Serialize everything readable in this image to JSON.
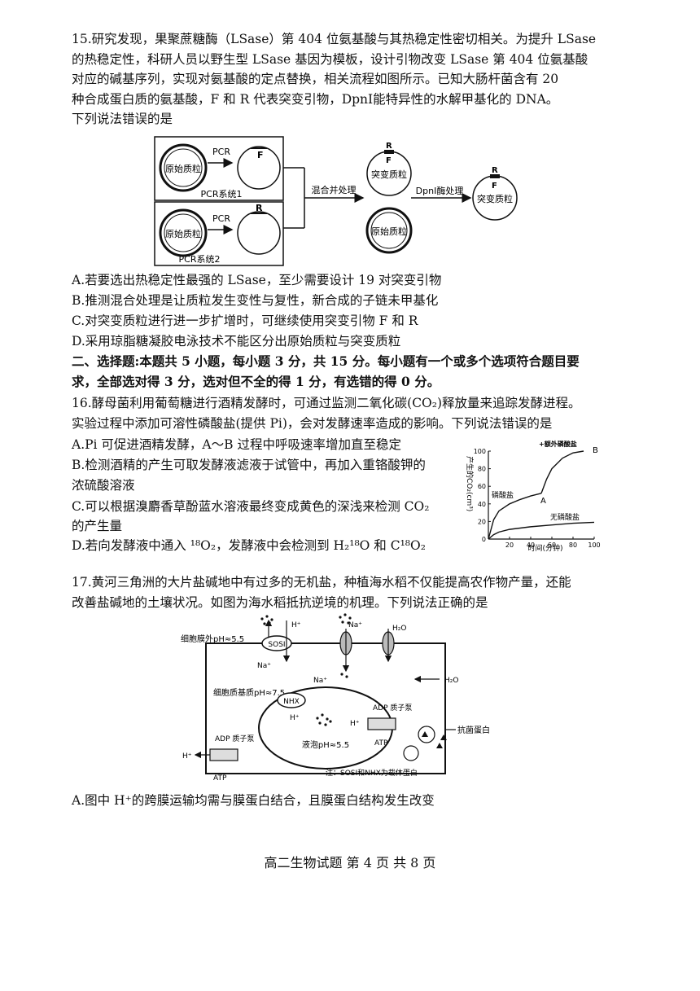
{
  "q15": {
    "stem_lines": [
      "15.研究发现，果聚蔗糖酶（LSase）第 404 位氨基酸与其热稳定性密切相关。为提升 LSase",
      "的热稳定性，科研人员以野生型 LSase 基因为模板，设计引物改变 LSase 第 404 位氨基酸",
      "对应的碱基序列，实现对氨基酸的定点替换，相关流程如图所示。已知大肠杆菌含有 20",
      "种合成蛋白质的氨基酸，F 和 R 代表突变引物，DpnⅠ能特异性的水解甲基化的 DNA。",
      "下列说法错误的是"
    ],
    "figure": {
      "orig_plasmid": "原始质粒",
      "pcr": "PCR",
      "sys1": "PCR系统1",
      "sys2": "PCR系统2",
      "F": "F",
      "R": "R",
      "mix": "混合并处理",
      "mutant": "突变质粒",
      "dpn": "DpnI酶处理"
    },
    "options": [
      "A.若要选出热稳定性最强的 LSase，至少需要设计 19 对突变引物",
      "B.推测混合处理是让质粒发生变性与复性，新合成的子链未甲基化",
      "C.对突变质粒进行进一步扩增时，可继续使用突变引物 F 和 R",
      "D.采用琼脂糖凝胶电泳技术不能区分出原始质粒与突变质粒"
    ]
  },
  "section2": {
    "lines": [
      "二、选择题:本题共 5 小题，每小题 3 分，共 15 分。每小题有一个或多个选项符合题目要",
      "求，全部选对得 3 分，选对但不全的得 1 分，有选错的得 0 分。"
    ]
  },
  "q16": {
    "stem_lines": [
      "16.酵母菌利用葡萄糖进行酒精发酵时，可通过监测二氧化碳(CO₂)释放量来追踪发酵进程。",
      "实验过程中添加可溶性磷酸盐(提供 Pi)，会对发酵速率造成的影响。下列说法错误的是"
    ],
    "options": [
      "A.Pi 可促进酒精发酵，A～B 过程中呼吸速率增加直至稳定",
      "B.检测酒精的产生可取发酵液滤液于试管中，再加入重铬酸钾的",
      "浓硫酸溶液",
      "C.可以根据溴麝香草酚蓝水溶液最终变成黄色的深浅来检测 CO₂",
      "的产生量",
      "D.若向发酵液中通入 ¹⁸O₂，发酵液中会检测到 H₂¹⁸O 和 C¹⁸O₂"
    ]
  },
  "chart_data": {
    "type": "line",
    "ylabel": "产生的CO₂(cm³)",
    "xlabel": "时间(分钟)",
    "xlim": [
      0,
      100
    ],
    "ylim": [
      0,
      100
    ],
    "xticks": [
      "0",
      "20",
      "40",
      "60",
      "80",
      "100"
    ],
    "yticks": [
      "0",
      "20",
      "40",
      "60",
      "80",
      "100"
    ],
    "series": [
      {
        "name": "磷酸盐",
        "x": [
          0,
          5,
          10,
          20,
          30,
          40,
          50
        ],
        "y": [
          0,
          22,
          32,
          40,
          45,
          49,
          52
        ]
      },
      {
        "name": "+额外磷酸盐",
        "x": [
          50,
          55,
          60,
          70,
          80,
          90
        ],
        "y": [
          52,
          68,
          80,
          92,
          98,
          100
        ]
      },
      {
        "name": "无磷酸盐",
        "x": [
          0,
          5,
          10,
          20,
          40,
          60,
          80,
          100
        ],
        "y": [
          0,
          5,
          8,
          11,
          14,
          16,
          18,
          19
        ]
      }
    ],
    "annotations": [
      "A",
      "B"
    ]
  },
  "q17": {
    "stem_lines": [
      "17.黄河三角洲的大片盐碱地中有过多的无机盐，种植海水稻不仅能提高农作物产量，还能",
      "改善盐碱地的土壤状况。如图为海水稻抵抗逆境的机理。下列说法正确的是"
    ],
    "figure": {
      "outside_ph": "细胞膜外pH≈5.5",
      "cyto_ph": "细胞质基质pH≈7.5",
      "vacuole_ph": "液泡pH≈5.5",
      "sosi": "SOSI",
      "nhx": "NHX",
      "h": "H⁺",
      "na": "Na⁺",
      "h2o": "H₂O",
      "adp_pump": "ADP 质子泵",
      "atp": "ATP",
      "antibac": "抗菌蛋白",
      "note": "注：SOSI和NHX为载体蛋白"
    },
    "options": [
      "A.图中 H⁺的跨膜运输均需与膜蛋白结合，且膜蛋白结构发生改变"
    ]
  },
  "footer": "高二生物试题   第 4 页 共 8 页"
}
